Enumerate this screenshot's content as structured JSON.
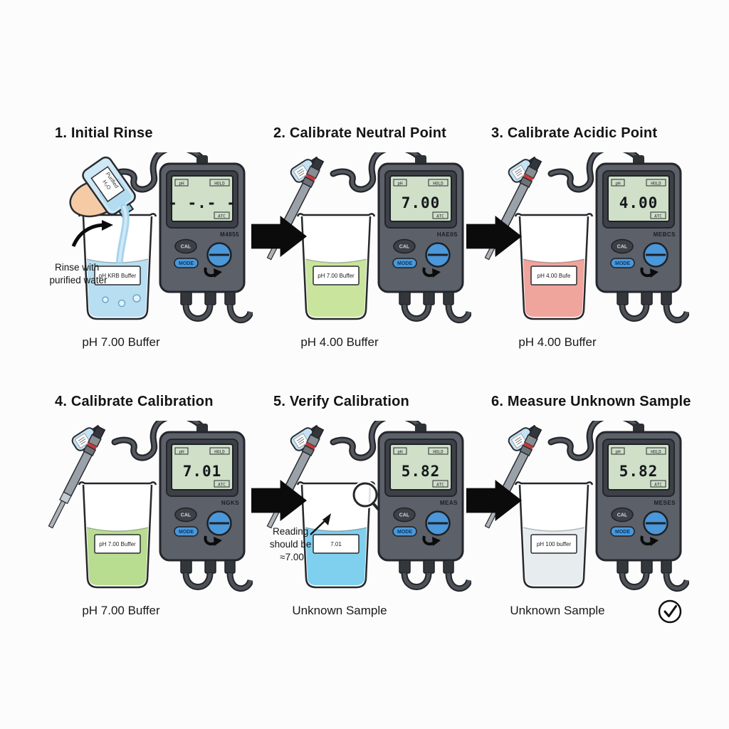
{
  "colors": {
    "background": "#fcfcfc",
    "arrow": "#0b0b0b",
    "meter_body": "#5b6069",
    "lcd": "#cfdfc8",
    "accent_blue": "#4a97d9",
    "probe_red_band": "#c4393b"
  },
  "meter": {
    "cal_label": "CAL",
    "mode_label": "MODE",
    "annunciator_tl": "pH",
    "annunciator_tr": "HOLD",
    "annunciator_br": "ATC"
  },
  "panels": [
    {
      "title": "1. Initial Rinse",
      "caption": "pH 7.00 Buffer",
      "reading": "- -.- -",
      "brand": "M4855",
      "beaker_label": "pH KRB Buffer",
      "liquid": "#b8def1",
      "is_pour": true,
      "rinse_note": [
        "Rinse with",
        "purified water"
      ],
      "bottle_label": [
        "Purified",
        "H₂O"
      ]
    },
    {
      "title": "2. Calibrate Neutral Point",
      "caption": "pH 4.00 Buffer",
      "reading": "7.00",
      "brand": "HAE0S",
      "beaker_label": "pH 7.00 Buffer",
      "liquid": "#c9e59d",
      "has_probe": true
    },
    {
      "title": "3. Calibrate Acidic Point",
      "caption": "pH 4.00 Buffer",
      "reading": "4.00",
      "brand": "MEBCS",
      "beaker_label": "pH 4.00 Bufe",
      "liquid": "#efa49c",
      "has_probe": true
    },
    {
      "title": "4. Calibrate Calibration",
      "caption": "pH 7.00 Buffer",
      "reading": "7.01",
      "brand": "NGKS",
      "beaker_label": "pH 7.00 Buffer",
      "liquid": "#b9dd90",
      "has_probe": true
    },
    {
      "title": "5. Verify Calibration",
      "caption": "Unknown Sample",
      "reading": "5.82",
      "brand": "MEAS",
      "beaker_label": "7.01",
      "liquid": "#7fd0ee",
      "has_probe": true,
      "has_magnifier": true,
      "has_note": true,
      "note": [
        "Reading",
        "should be",
        "≈7.00"
      ]
    },
    {
      "title": "6. Measure Unknown Sample",
      "caption": "Unknown Sample",
      "reading": "5.82",
      "brand": "MESES",
      "beaker_label": "pH 100 buffer",
      "liquid": "#e7ecef",
      "has_probe": true,
      "has_check": true
    }
  ]
}
